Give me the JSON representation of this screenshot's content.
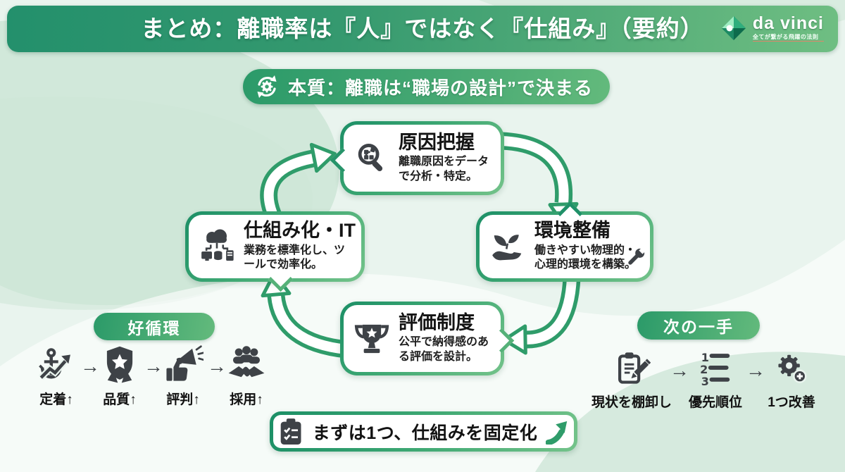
{
  "header": {
    "title": "まとめ：離職率は『人』ではなく『仕組み』（要約）",
    "logo": {
      "name": "da vinci",
      "tagline": "全てが繋がる飛躍の法則",
      "icon": "gem-icon"
    }
  },
  "essence_badge": {
    "icon": "sync-gear-icon",
    "text": "本質：離職は“職場の設計”で決まる"
  },
  "cycle": {
    "steps": [
      {
        "title": "原因把握",
        "desc": "離職原因をデータで分析・特定。",
        "icon": "magnifier-puzzle-icon"
      },
      {
        "title": "環境整備",
        "desc": "働きやすい物理的・心理的環境を構築。",
        "icon": "hand-sprout-icon",
        "icon2": "wrench-icon"
      },
      {
        "title": "評価制度",
        "desc": "公平で納得感のある評価を設計。",
        "icon": "trophy-icon"
      },
      {
        "title": "仕組み化・IT",
        "desc": "業務を標準化し、ツールで効率化。",
        "icon": "cloud-network-icon"
      }
    ]
  },
  "virtuous_cycle": {
    "label": "好循環",
    "arrow": "→",
    "items": [
      {
        "label": "定着↑",
        "icon": "anchor-growth-icon"
      },
      {
        "label": "品質↑",
        "icon": "medal-star-icon"
      },
      {
        "label": "評判↑",
        "icon": "thumbsup-megaphone-icon"
      },
      {
        "label": "採用↑",
        "icon": "team-handshake-icon"
      }
    ]
  },
  "next_move": {
    "label": "次の一手",
    "arrow": "→",
    "items": [
      {
        "label": "現状を棚卸し",
        "icon": "clipboard-pencil-icon"
      },
      {
        "label": "優先順位",
        "icon": "numbered-list-icon"
      },
      {
        "label": "1つ改善",
        "icon": "gear-plus-icon"
      }
    ]
  },
  "footer_banner": {
    "icon": "checklist-icon",
    "text": "まずは1つ、仕組みを固定化",
    "arrow_icon": "up-trend-arrow-icon"
  },
  "colors": {
    "brand_green_dark": "#23906c",
    "brand_green": "#2f9c6a",
    "brand_green_light": "#6fbe82",
    "icon_gray": "#3e4247",
    "text_black": "#141414",
    "box_bg": "#ffffff",
    "background_mint": "#e9f4ee"
  }
}
